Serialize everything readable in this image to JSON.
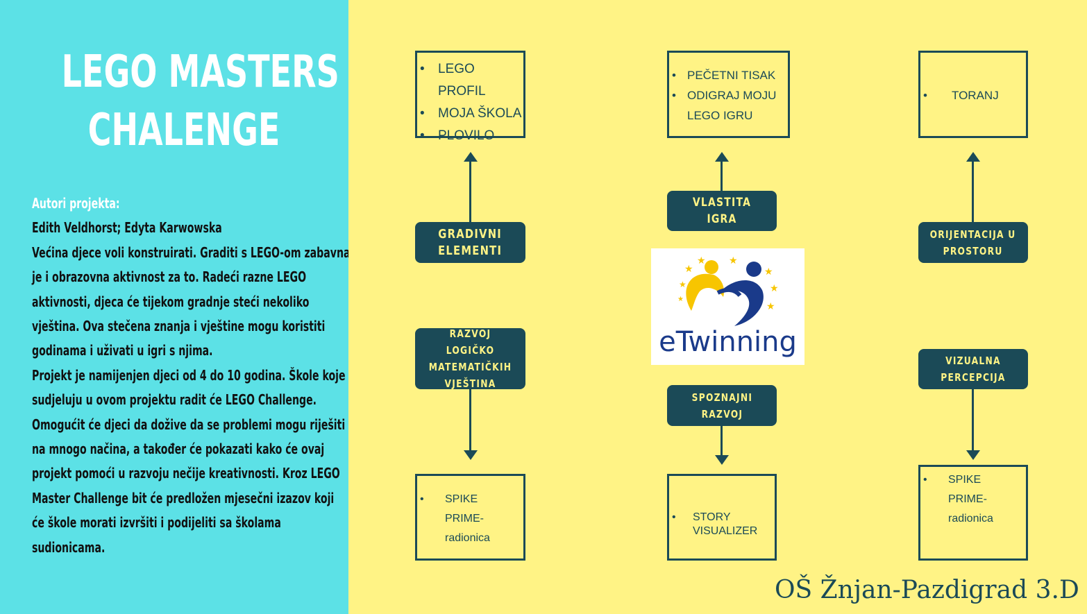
{
  "title": {
    "line1": "LEGO MASTERS",
    "line2": "CHALENGE"
  },
  "description": {
    "authors_label": "Autori projekta:",
    "lines": [
      "Edith Veldhorst; Edyta Karwowska",
      "Većina djece voli konstruirati. Graditi s LEGO-om zabavna",
      "je i obrazovna aktivnost za to. Radeći razne LEGO",
      "aktivnosti, djeca će tijekom gradnje steći nekoliko",
      "vještina. Ova stečena znanja i vještine mogu koristiti",
      "godinama i uživati u igri s njima.",
      "Projekt je namijenjen djeci od 4 do 10 godina. Škole koje",
      "sudjeluju u ovom projektu radit će LEGO Challenge.",
      "Omogućit će djeci da dožive da se problemi mogu riješiti",
      "na mnogo načina, a također će pokazati kako će ovaj",
      "projekt pomoći u razvoju nečije kreativnosti. Kroz LEGO",
      "Master Challenge bit će predložen mjesečni izazov koji",
      "će škole morati izvršiti i podijeliti sa školama",
      "sudionicama."
    ]
  },
  "diagram": {
    "nodes": {
      "gradivni": "GRADIVNI\nELEMENTI",
      "vlastita": "VLASTITA IGRA",
      "orijentacija": "ORIJENTACIJA U\nPROSTORU",
      "razvoj_logicko": "RAZVOJ LOGIČKO\nMATEMATIČKIH\nVJEŠTINA",
      "spoznajni": "SPOZNAJNI\nRAZVOJ",
      "vizualna": "VIZUALNA\nPERCEPCIJA"
    },
    "boxes": {
      "top_left": [
        "LEGO PROFIL",
        "MOJA ŠKOLA",
        "PLOVILO"
      ],
      "top_mid": [
        "PEČETNI TISAK",
        "ODIGRAJ MOJU LEGO IGRU"
      ],
      "top_right": [
        "TORANJ"
      ],
      "bottom_left": [
        "SPIKE PRIME-radionica"
      ],
      "bottom_mid": [
        "STORY VISUALIZER"
      ],
      "bottom_right": [
        "SPIKE PRIME-radionica"
      ]
    }
  },
  "logo": {
    "text": "eTwinning"
  },
  "footer": "OŠ Žnjan-Pazdigrad  3.D",
  "colors": {
    "cyan": "#5ce1e6",
    "yellow": "#fff385",
    "dark_teal": "#1b4a57",
    "node_text": "#fff385"
  }
}
